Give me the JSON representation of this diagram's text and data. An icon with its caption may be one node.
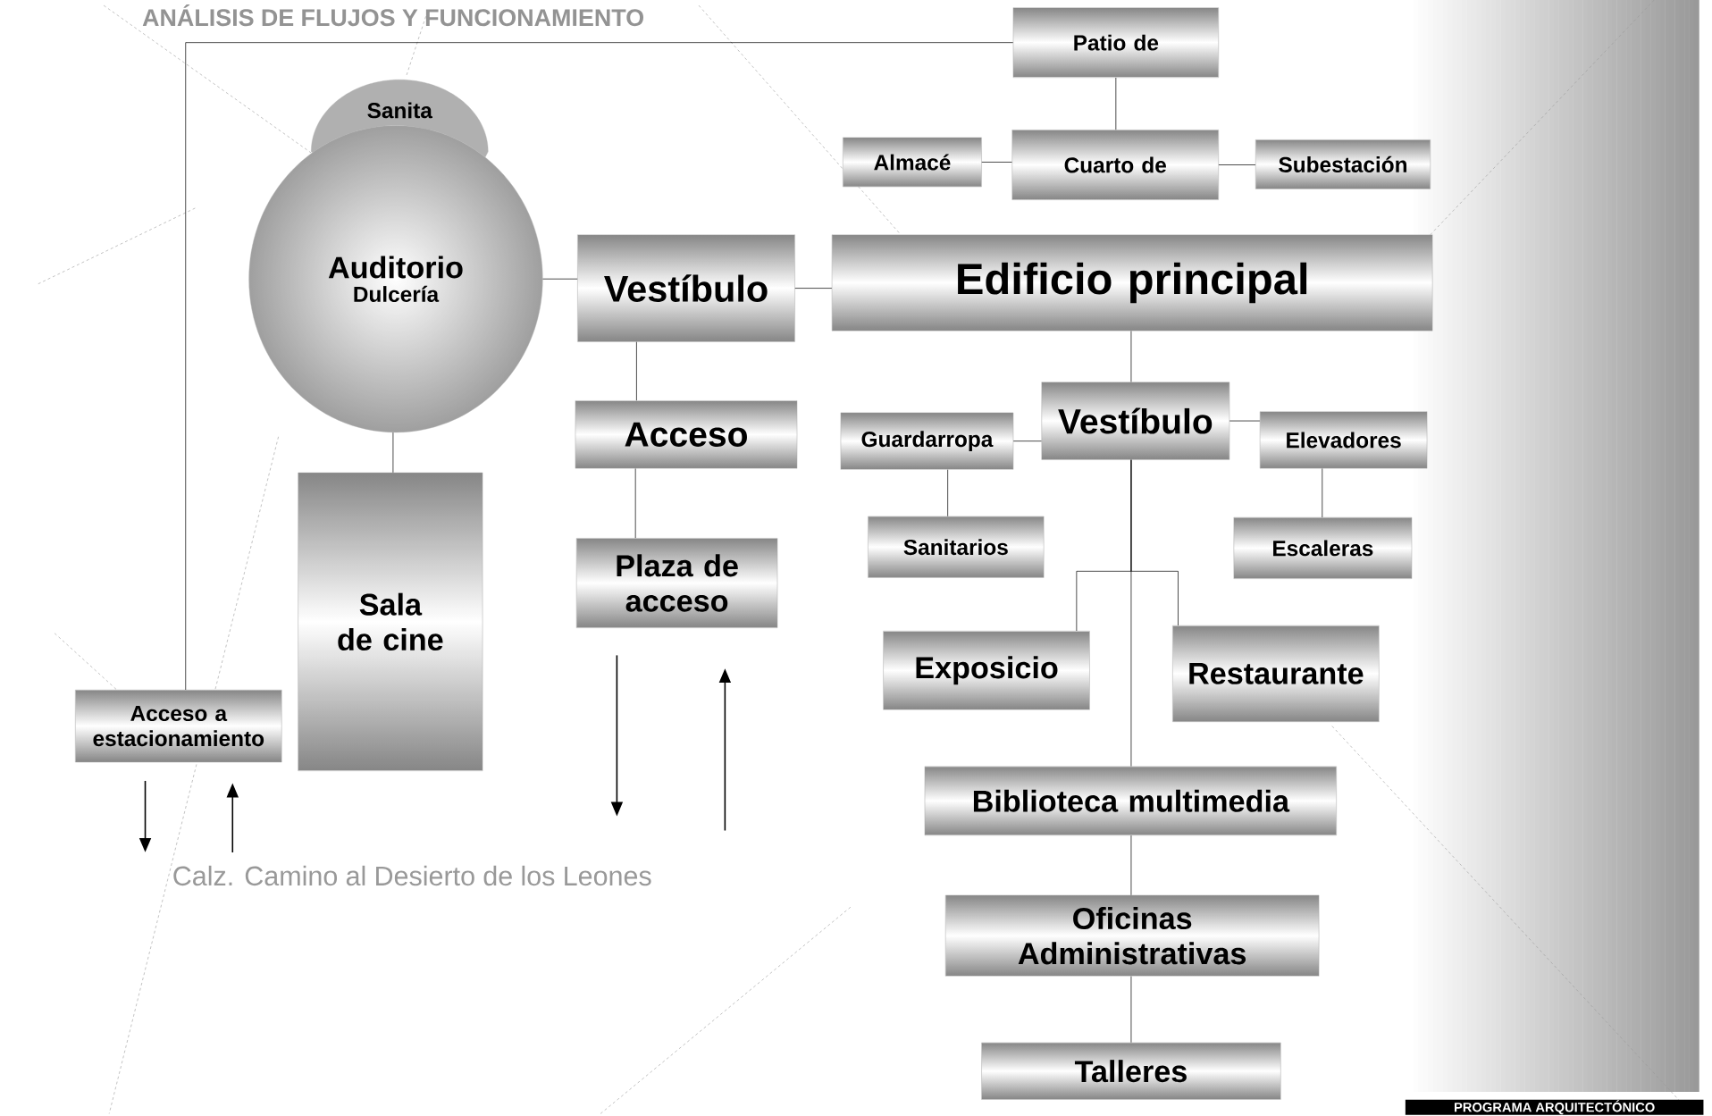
{
  "diagram": {
    "title": "ANÁLISIS DE FLUJOS Y FUNCIONAMIENTO",
    "nodes": [
      {
        "text": [
          "Patio de"
        ]
      },
      {
        "text": [
          "Almacé"
        ]
      },
      {
        "text": [
          "Cuarto de"
        ]
      },
      {
        "text": [
          "Subestación"
        ]
      },
      {
        "text": [
          "Sanita"
        ]
      },
      {
        "text": [
          "Auditorio",
          "Dulcería"
        ]
      },
      {
        "text": [
          "Vestíbulo"
        ]
      },
      {
        "text": [
          "Edificio principal"
        ]
      },
      {
        "text": [
          "Acceso"
        ]
      },
      {
        "text": [
          "Guardarropa"
        ]
      },
      {
        "text": [
          "Vestíbulo"
        ]
      },
      {
        "text": [
          "Elevadores"
        ]
      },
      {
        "text": [
          "Sanitarios"
        ]
      },
      {
        "text": [
          "Escaleras"
        ]
      },
      {
        "text": [
          "Sala de cine"
        ]
      },
      {
        "text": [
          "Plaza de acceso"
        ]
      },
      {
        "text": [
          "Exposicio"
        ]
      },
      {
        "text": [
          "Restaurante"
        ]
      },
      {
        "text": [
          "Biblioteca multimedia"
        ]
      },
      {
        "text": [
          "Oficinas Administrativas"
        ]
      },
      {
        "text": [
          "Talleres"
        ]
      },
      {
        "text": [
          "Acceso a estacionamiento"
        ]
      },
      {
        "text": [
          "Calz. Camino al Desierto de los Leones"
        ]
      }
    ],
    "edges": [
      {
        "from": 0,
        "to": 2,
        "arrow": "none"
      },
      {
        "from": 1,
        "to": 2,
        "arrow": "none"
      },
      {
        "from": 2,
        "to": 3,
        "arrow": "none"
      },
      {
        "from": 0,
        "to": 21,
        "arrow": "none"
      },
      {
        "from": 5,
        "to": 6,
        "arrow": "none"
      },
      {
        "from": 6,
        "to": 7,
        "arrow": "none"
      },
      {
        "from": 6,
        "to": 8,
        "arrow": "none"
      },
      {
        "from": 8,
        "to": 15,
        "arrow": "none"
      },
      {
        "from": 5,
        "to": 14,
        "arrow": "none"
      },
      {
        "from": 7,
        "to": 10,
        "arrow": "none"
      },
      {
        "from": 9,
        "to": 10,
        "arrow": "none"
      },
      {
        "from": 10,
        "to": 11,
        "arrow": "none"
      },
      {
        "from": 9,
        "to": 12,
        "arrow": "none"
      },
      {
        "from": 11,
        "to": 13,
        "arrow": "none"
      },
      {
        "from": 10,
        "to": 18,
        "arrow": "none"
      },
      {
        "from": 10,
        "to": 16,
        "arrow": "none"
      },
      {
        "from": 10,
        "to": 17,
        "arrow": "none"
      },
      {
        "from": 18,
        "to": 19,
        "arrow": "none"
      },
      {
        "from": 19,
        "to": 20,
        "arrow": "none"
      },
      {
        "from": 15,
        "to": 22,
        "arrow": "to"
      },
      {
        "from": 22,
        "to": 15,
        "arrow": "to"
      },
      {
        "from": 21,
        "to": 22,
        "arrow": "to"
      },
      {
        "from": 22,
        "to": 21,
        "arrow": "to"
      }
    ],
    "labels": [
      "PROGRAMA ARQUITECTÓNICO"
    ]
  }
}
